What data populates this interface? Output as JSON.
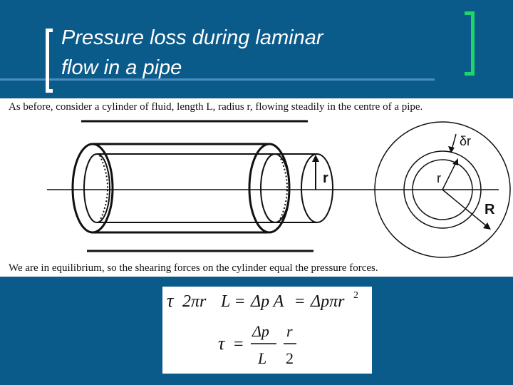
{
  "slide": {
    "title_line1": "Pressure loss during laminar",
    "title_line2": "flow in a pipe",
    "caption_top": "As before, consider a cylinder of fluid, length L, radius r, flowing steadily in the centre of a pipe.",
    "caption_bottom": "We are in equilibrium, so the shearing forces on the cylinder equal the pressure forces."
  },
  "diagram": {
    "label_r_side": "r",
    "label_delta_r": "δr",
    "label_r_circle": "r",
    "label_R": "R"
  },
  "equations": {
    "eq1_tau": "τ",
    "eq1_lhs": "2πr",
    "eq1_L": "L",
    "eq1_eq1": "=",
    "eq1_dpA": "Δp A",
    "eq1_eq2": "=",
    "eq1_rhs": "Δpπr",
    "eq1_sup": "2",
    "eq2_tau": "τ",
    "eq2_eq": "=",
    "eq2_num1": "Δp",
    "eq2_den1": "L",
    "eq2_num2": "r",
    "eq2_den2": "2"
  },
  "colors": {
    "background": "#0a5a8a",
    "left_bracket": "#ffffff",
    "right_bracket": "#1fd56a"
  }
}
